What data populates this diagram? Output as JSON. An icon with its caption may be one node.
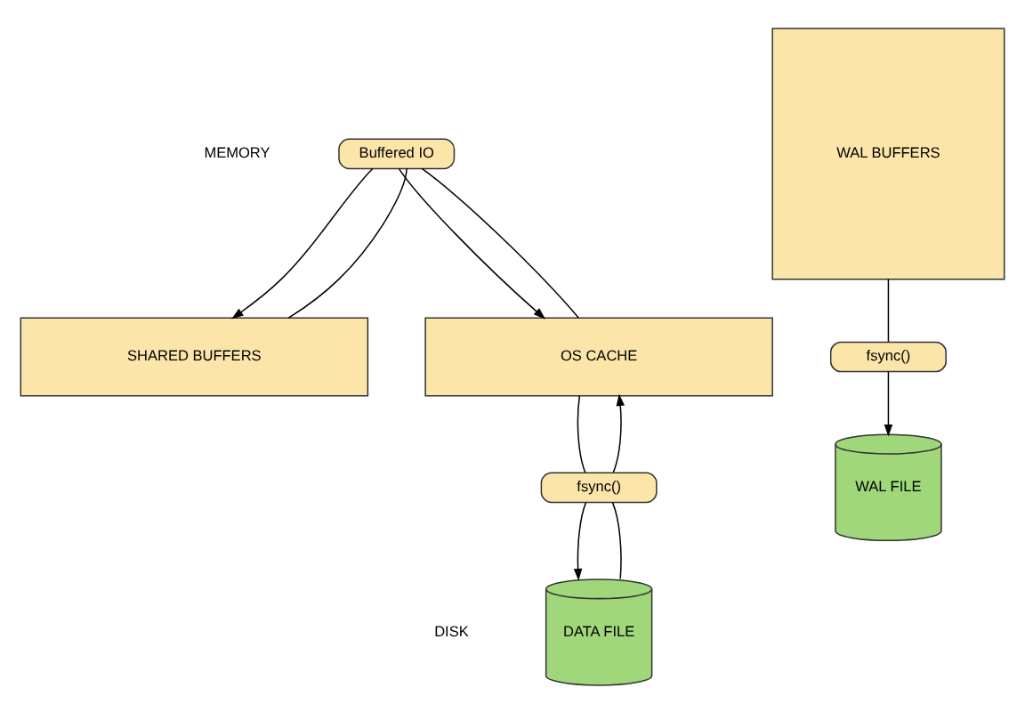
{
  "diagram": {
    "nodes": [
      {
        "text": [
          "SHARED BUFFERS"
        ]
      },
      {
        "text": [
          "Buffered IO"
        ]
      },
      {
        "text": [
          "OS CACHE"
        ]
      },
      {
        "text": [
          "fsync()"
        ]
      },
      {
        "text": [
          "DATA FILE"
        ]
      },
      {
        "text": [
          "WAL BUFFERS"
        ]
      },
      {
        "text": [
          "fsync()"
        ]
      },
      {
        "text": [
          "WAL FILE"
        ]
      }
    ],
    "edges": [
      {
        "from": 0,
        "to": 1,
        "arrow": "none"
      },
      {
        "from": 1,
        "to": 2,
        "arrow": "to"
      },
      {
        "from": 2,
        "to": 1,
        "arrow": "none"
      },
      {
        "from": 1,
        "to": 0,
        "arrow": "to"
      },
      {
        "from": 2,
        "to": 3,
        "arrow": "none"
      },
      {
        "from": 3,
        "to": 4,
        "arrow": "to"
      },
      {
        "from": 4,
        "to": 3,
        "arrow": "none"
      },
      {
        "from": 3,
        "to": 2,
        "arrow": "to"
      },
      {
        "from": 5,
        "to": 6,
        "arrow": "none"
      },
      {
        "from": 6,
        "to": 7,
        "arrow": "to"
      }
    ],
    "labels": [
      "MEMORY",
      "DISK"
    ]
  }
}
